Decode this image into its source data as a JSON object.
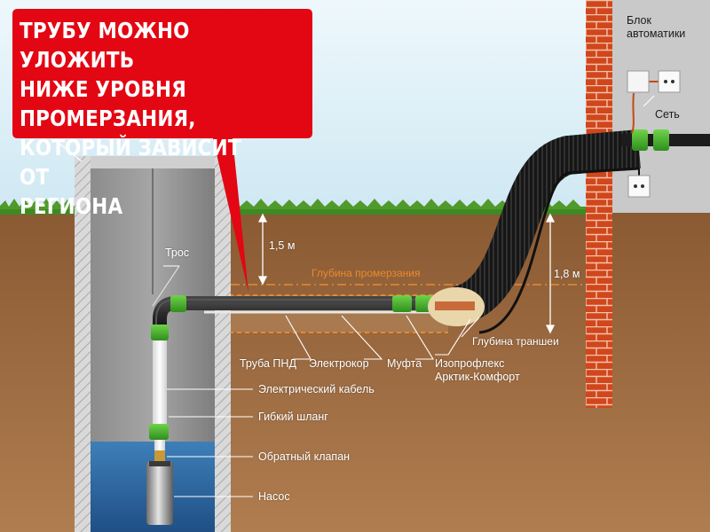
{
  "callout": {
    "text": "ТРУБУ МОЖНО УЛОЖИТЬ\nНИЖЕ УРОВНЯ ПРОМЕРЗАНИЯ,\nКОТОРЫЙ ЗАВИСИТ ОТ\nРЕГИОНА",
    "color": "#e30613"
  },
  "labels": {
    "automation_block": "Блок\nавтоматики",
    "network": "Сеть",
    "rope": "Трос",
    "depth_1_5": "1,5 м",
    "freeze_depth": "Глубина промерзания",
    "depth_1_8": "1,8 м",
    "trench_depth": "Глубина траншеи",
    "hdpe_pipe": "Труба ПНД",
    "electro_cord": "Электрокор",
    "coupling": "Муфта",
    "isoproflex": "Изопрофлекс\nАрктик-Комфорт",
    "electric_cable": "Электрический кабель",
    "flexible_hose": "Гибкий шланг",
    "check_valve": "Обратный клапан",
    "pump": "Насос"
  },
  "colors": {
    "sky": "#dff1f8",
    "soil": "#9a6a41",
    "grass": "#4f9a2a",
    "brick": "#d1461d",
    "water": "#2f6aa3",
    "freeze_line": "#e88a2e"
  }
}
